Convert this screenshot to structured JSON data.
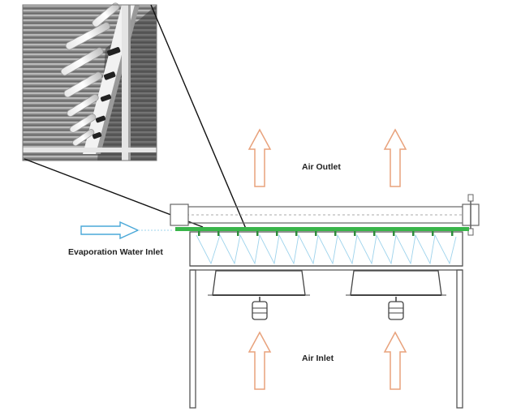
{
  "labels": {
    "air_outlet": "Air Outlet",
    "evaporation_water_inlet": "Evaporation Water Inlet",
    "air_inlet": "Air Inlet"
  },
  "colors": {
    "spray_pipe": "#39b54a",
    "air_arrow": "#e8a27c",
    "water_arrow": "#4aa8d8",
    "spray_cone": "#9ed3ec",
    "frame": "#555555"
  }
}
